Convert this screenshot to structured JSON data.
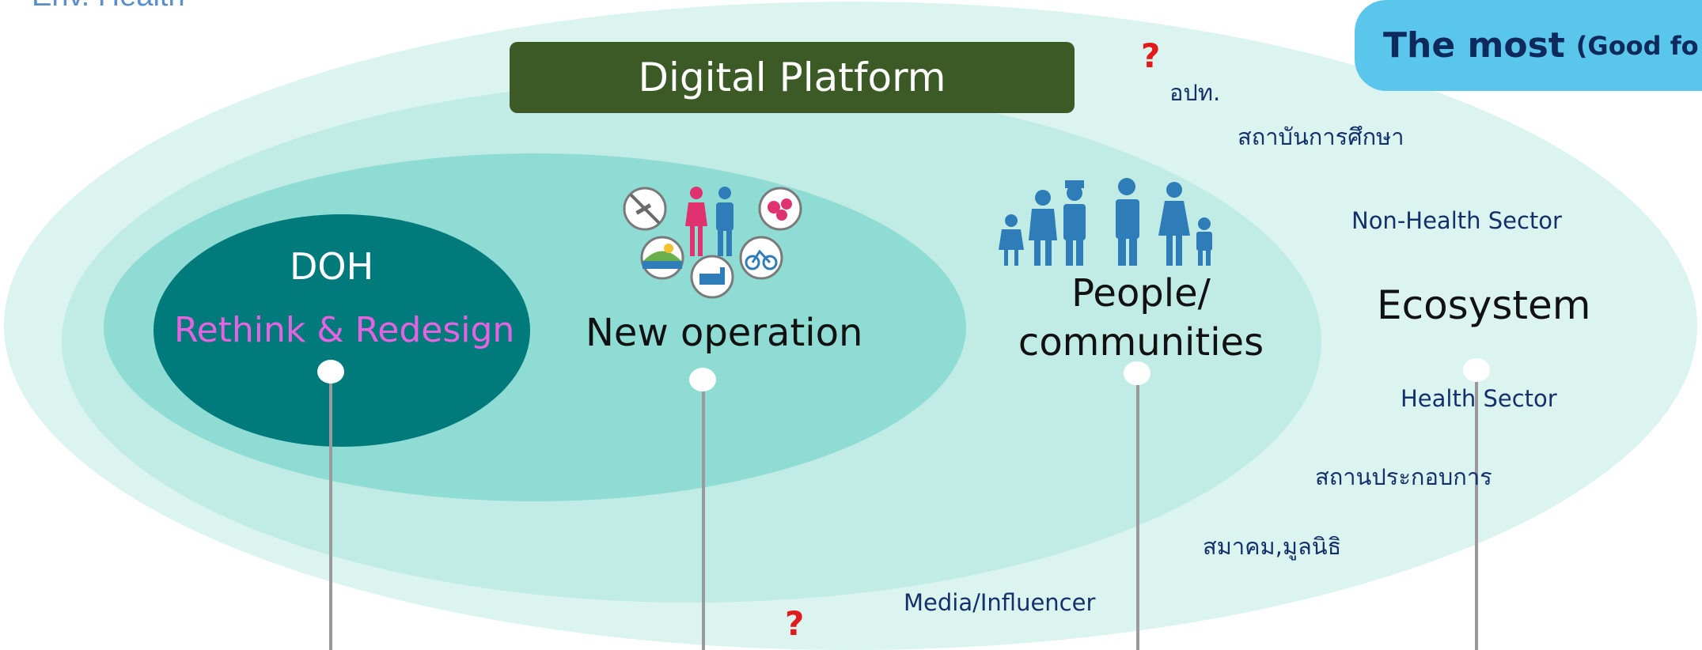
{
  "header": {
    "title": "Env. Health"
  },
  "platform": {
    "label": "Digital Platform"
  },
  "callout": {
    "strong": "The most",
    "rest": "(Good fo"
  },
  "core": {
    "title": "DOH",
    "subtitle": "Rethink & Redesign"
  },
  "ring2": {
    "label": "New operation"
  },
  "ring3": {
    "label": "People/ communities"
  },
  "ring4": {
    "label": "Ecosystem"
  },
  "stakeholders": {
    "local_gov": "อปท.",
    "education": "สถาบันการศึกษา",
    "non_health": "Non-Health Sector",
    "health": "Health Sector",
    "business": "สถานประกอบการ",
    "association": "สมาคม,มูลนิธิ",
    "media": "Media/Influencer"
  },
  "question_marks": [
    "?",
    "?"
  ],
  "colors": {
    "outer_ring": "#d8f3ef",
    "ring3": "#bfece5",
    "ring2": "#8ddcd4",
    "core": "#007a7a",
    "platform": "#3b5a25",
    "callout": "#5bc6ec",
    "people_icons": "#2f7db8"
  },
  "icons": [
    "no-smoking-icon",
    "man-woman-icon",
    "food-icon",
    "nature-icon",
    "water-tank-icon",
    "bicycle-icon",
    "family-icon"
  ]
}
